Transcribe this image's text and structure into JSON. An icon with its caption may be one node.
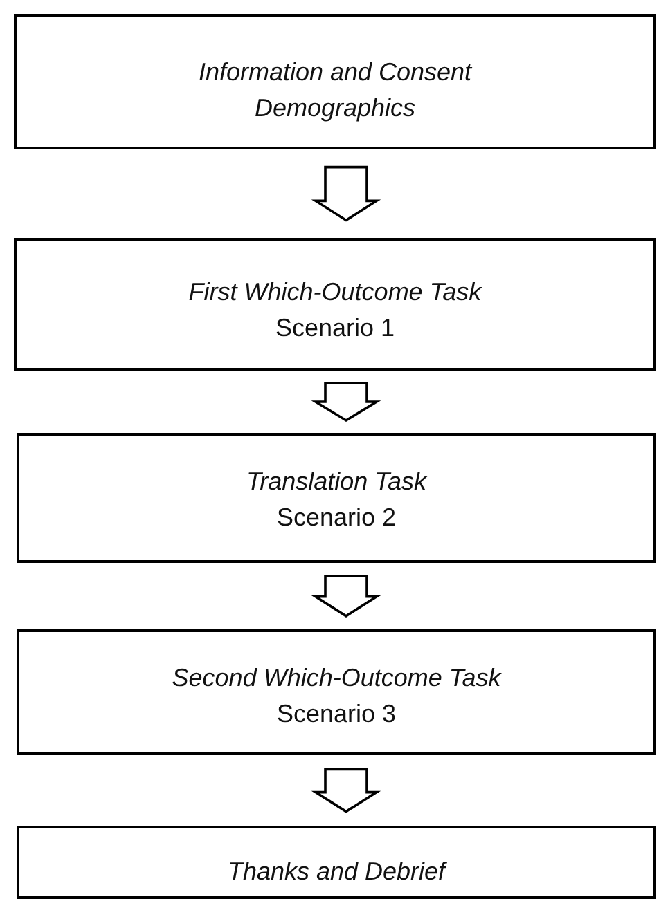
{
  "diagram": {
    "nodes": [
      {
        "text": [
          "Information and Consent",
          "Demographics"
        ]
      },
      {
        "text": [
          "First Which-Outcome Task",
          "Scenario 1"
        ]
      },
      {
        "text": [
          "Translation Task",
          "Scenario 2"
        ]
      },
      {
        "text": [
          "Second Which-Outcome Task",
          "Scenario 3"
        ]
      },
      {
        "text": [
          "Thanks and Debrief"
        ]
      }
    ],
    "edges": [
      {
        "from": 0,
        "to": 1,
        "arrow": "to"
      },
      {
        "from": 1,
        "to": 2,
        "arrow": "to"
      },
      {
        "from": 2,
        "to": 3,
        "arrow": "to"
      },
      {
        "from": 3,
        "to": 4,
        "arrow": "to"
      }
    ]
  }
}
